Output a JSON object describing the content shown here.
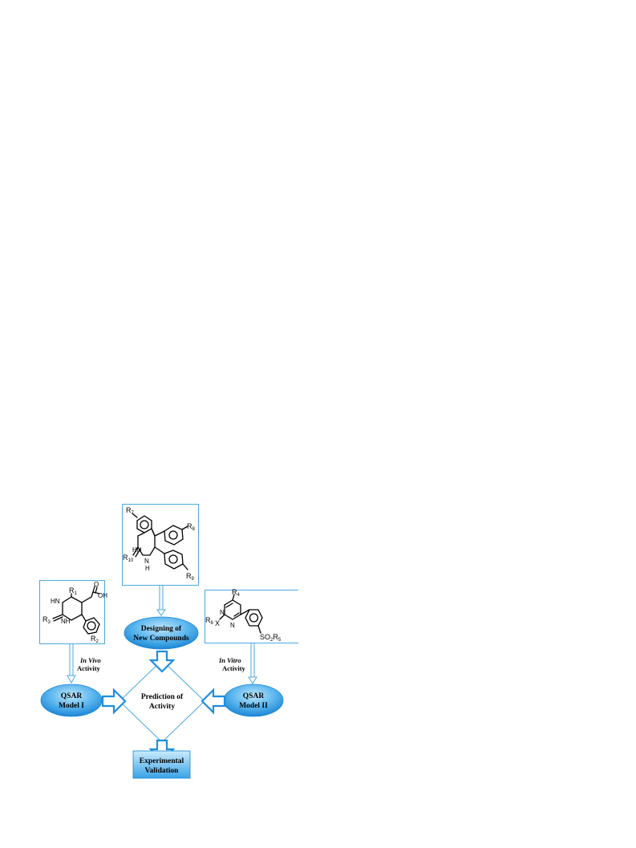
{
  "colors": {
    "frame": "#4aa8e0",
    "arrow": "#1c8ee0",
    "ellipse_light": "#bfe6fb",
    "ellipse_dark": "#1a86d6"
  },
  "structures": {
    "left": {
      "r1": "R",
      "r1_sub": "1",
      "r2": "R",
      "r2_sub": "2",
      "r3": "R",
      "r3_sub": "3",
      "hn": "HN",
      "nh": "NH",
      "oh": "OH",
      "o": "O"
    },
    "center": {
      "r7": "R",
      "r7_sub": "7",
      "r8": "R",
      "r8_sub": "8",
      "r9": "R",
      "r9_sub": "9",
      "r10": "R",
      "r10_sub": "10",
      "hn": "HN",
      "n": "N",
      "h": "H"
    },
    "right": {
      "r4": "R",
      "r4_sub": "4",
      "r5": "SO",
      "r5_sub1": "2",
      "r5_mid": "R",
      "r5_sub2": "5",
      "r6": "R",
      "r6_sub": "6",
      "x": "X",
      "n1": "N",
      "n2": "N"
    }
  },
  "nodes": {
    "designing": {
      "line1": "Designing of",
      "line2": "New Compounds"
    },
    "qsar1": {
      "line1": "QSAR",
      "line2": "Model I"
    },
    "qsar2": {
      "line1": "QSAR",
      "line2": "Model II"
    },
    "prediction": {
      "line1": "Prediction of",
      "line2": "Activity"
    },
    "validation": {
      "line1": "Experimental",
      "line2": "Validation"
    }
  },
  "labels": {
    "in_vivo": {
      "italic": "In Vivo",
      "plain": "Activity"
    },
    "in_vitro": {
      "italic": "In Vitro",
      "plain": "Activity"
    }
  }
}
